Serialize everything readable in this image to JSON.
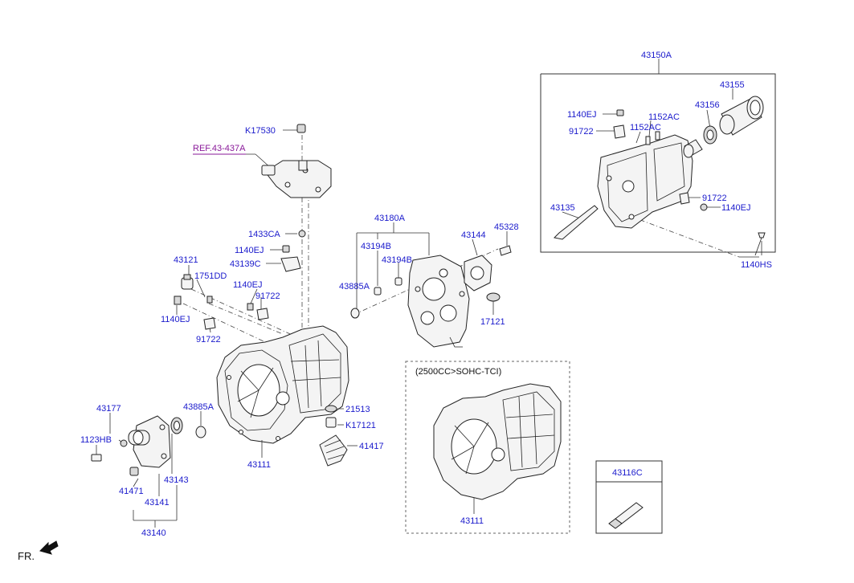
{
  "diagram": {
    "callouts": {
      "c43150A": "43150A",
      "c43155": "43155",
      "c43156": "43156",
      "c1140EJ_a": "1140EJ",
      "c1152AC_a": "1152AC",
      "c1152AC_b": "1152AC",
      "c91722_a": "91722",
      "c91722_b": "91722",
      "c1140EJ_b": "1140EJ",
      "c43135": "43135",
      "c1140HS": "1140HS",
      "cK17530": "K17530",
      "c1433CA": "1433CA",
      "c1140EJ_c": "1140EJ",
      "c43139C": "43139C",
      "c43121": "43121",
      "c1751DD": "1751DD",
      "c1140EJ_d": "1140EJ",
      "c91722_c": "91722",
      "c1140EJ_e": "1140EJ",
      "c91722_d": "91722",
      "c43180A": "43180A",
      "c43194B_a": "43194B",
      "c43194B_b": "43194B",
      "c43885A_a": "43885A",
      "c43144": "43144",
      "c45328": "45328",
      "c17121": "17121",
      "c43177": "43177",
      "c1123HB": "1123HB",
      "c43885A_b": "43885A",
      "c21513": "21513",
      "cK17121": "K17121",
      "c41417": "41417",
      "c43111_a": "43111",
      "c41471": "41471",
      "c43143": "43143",
      "c43141": "43141",
      "c43140": "43140",
      "c43111_b": "43111",
      "c43116C": "43116C"
    },
    "reference": "REF.43-437A",
    "variant_note": "(2500CC>SOHC-TCI)",
    "direction": "FR."
  }
}
